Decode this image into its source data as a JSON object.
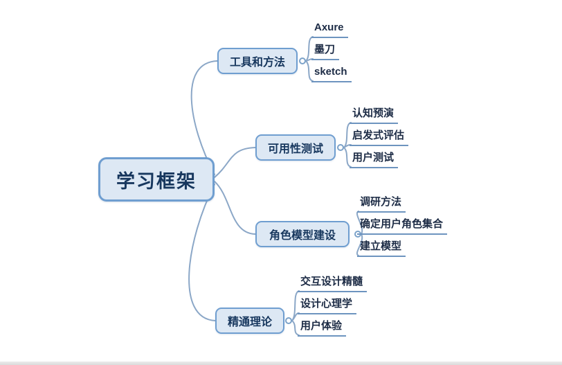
{
  "root": {
    "label": "学习框架"
  },
  "branches": [
    {
      "label": "工具和方法",
      "children": [
        "Axure",
        "墨刀",
        "sketch"
      ]
    },
    {
      "label": "可用性测试",
      "children": [
        "认知预演",
        "启发式评估",
        "用户测试"
      ]
    },
    {
      "label": "角色模型建设",
      "children": [
        "调研方法",
        "确定用户角色集合",
        "建立模型"
      ]
    },
    {
      "label": "精通理论",
      "children": [
        "交互设计精髓",
        "设计心理学",
        "用户体验"
      ]
    }
  ],
  "colors": {
    "line": "#8ba7c7",
    "node_fill": "#dde8f4",
    "node_border": "#6f9ed0",
    "node_text": "#17375e",
    "leaf_underline": "#6d94bf",
    "leaf_text": "#1c2b45"
  }
}
